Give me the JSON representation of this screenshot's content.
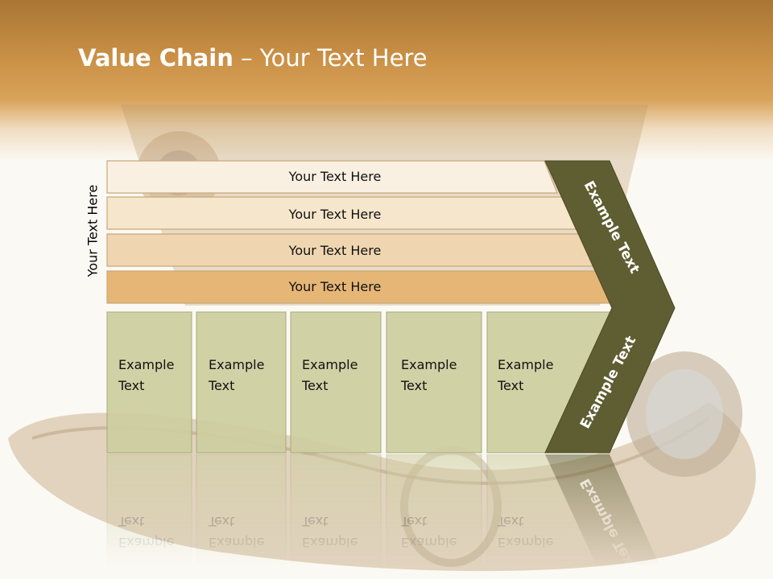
{
  "title": {
    "bold": "Value Chain",
    "rest": " – Your Text Here"
  },
  "side_label": "Your Text Here",
  "support_rows": [
    {
      "label": "Your Text Here",
      "fill": "#f9f0e2"
    },
    {
      "label": "Your Text Here",
      "fill": "#f6e6cc"
    },
    {
      "label": "Your Text Here",
      "fill": "#f0d6b0"
    },
    {
      "label": "Your Text Here",
      "fill": "#e6b677"
    }
  ],
  "primary_boxes": [
    {
      "line1": "Example",
      "line2": "Text"
    },
    {
      "line1": "Example",
      "line2": "Text"
    },
    {
      "line1": "Example",
      "line2": "Text"
    },
    {
      "line1": "Example",
      "line2": "Text"
    },
    {
      "line1": "Example",
      "line2": "Text"
    }
  ],
  "margin_labels": {
    "upper": "Example Text",
    "lower": "Example Text"
  },
  "colors": {
    "box_fill": "#cdcda0",
    "margin_fill": "#5f5e32",
    "row_stroke": "#c9a878"
  }
}
